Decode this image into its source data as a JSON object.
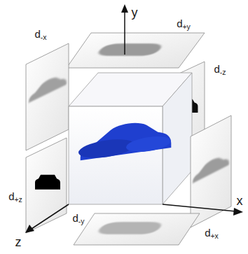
{
  "diagram": {
    "labels": [
      "y",
      "d+y",
      "d-x",
      "d-z",
      "d+z",
      "d-y",
      "d+x",
      "x",
      "z"
    ]
  }
}
